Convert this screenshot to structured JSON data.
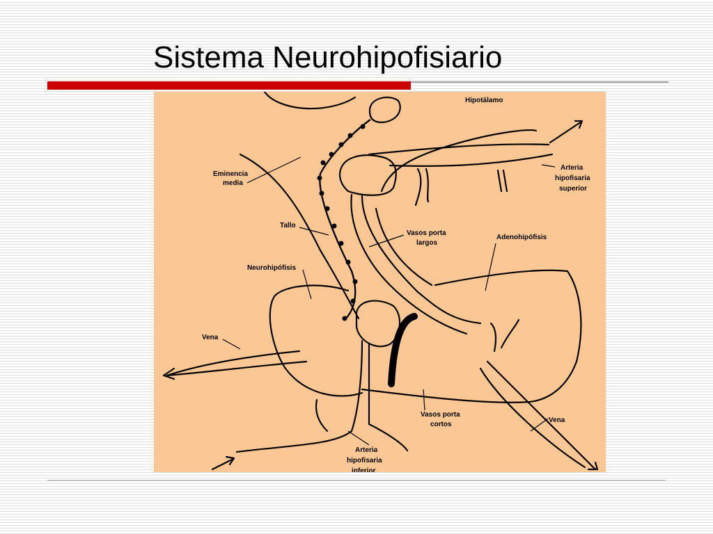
{
  "slide": {
    "title": "Sistema Neurohipofisiario"
  },
  "diagram": {
    "labels": {
      "hipotalamo": "Hipotálamo",
      "eminencia_1": "Eminencia",
      "eminencia_2": "media",
      "arteria_sup_1": "Arteria",
      "arteria_sup_2": "hipofisaria",
      "arteria_sup_3": "superior",
      "tallo": "Tallo",
      "vasos_largos_1": "Vasos porta",
      "vasos_largos_2": "largos",
      "adenohipofisis": "Adenohipófisis",
      "neurohipofisis": "Neurohipófisis",
      "vena_left": "Vena",
      "vasos_cortos_1": "Vasos porta",
      "vasos_cortos_2": "cortos",
      "vena_right": "Vena",
      "arteria_inf_1": "Arteria",
      "arteria_inf_2": "hipofisaria",
      "arteria_inf_3": "inferior"
    }
  }
}
